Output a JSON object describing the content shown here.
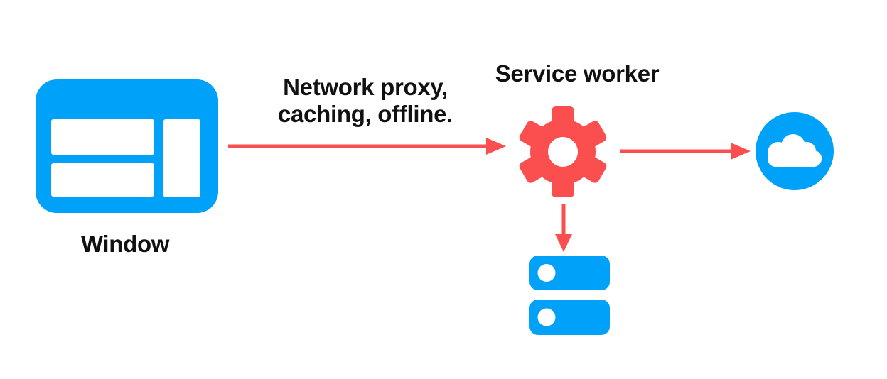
{
  "diagram": {
    "nodes": {
      "window": {
        "label": "Window",
        "icon": "browser-window-icon"
      },
      "service_worker": {
        "label": "Service worker",
        "icon": "gear-icon"
      },
      "network": {
        "icon": "cloud-icon"
      },
      "storage": {
        "icon": "storage-stack-icon"
      }
    },
    "edges": {
      "window_to_service_worker": {
        "from": "window",
        "to": "service_worker",
        "label_line1": "Network proxy,",
        "label_line2": "caching, offline."
      },
      "service_worker_to_network": {
        "from": "service_worker",
        "to": "network"
      },
      "service_worker_to_storage": {
        "from": "service_worker",
        "to": "storage"
      }
    }
  },
  "colors": {
    "blue": "#00A1F9",
    "red": "#FB4F4F",
    "text": "#111111",
    "background": "#FFFFFF"
  }
}
